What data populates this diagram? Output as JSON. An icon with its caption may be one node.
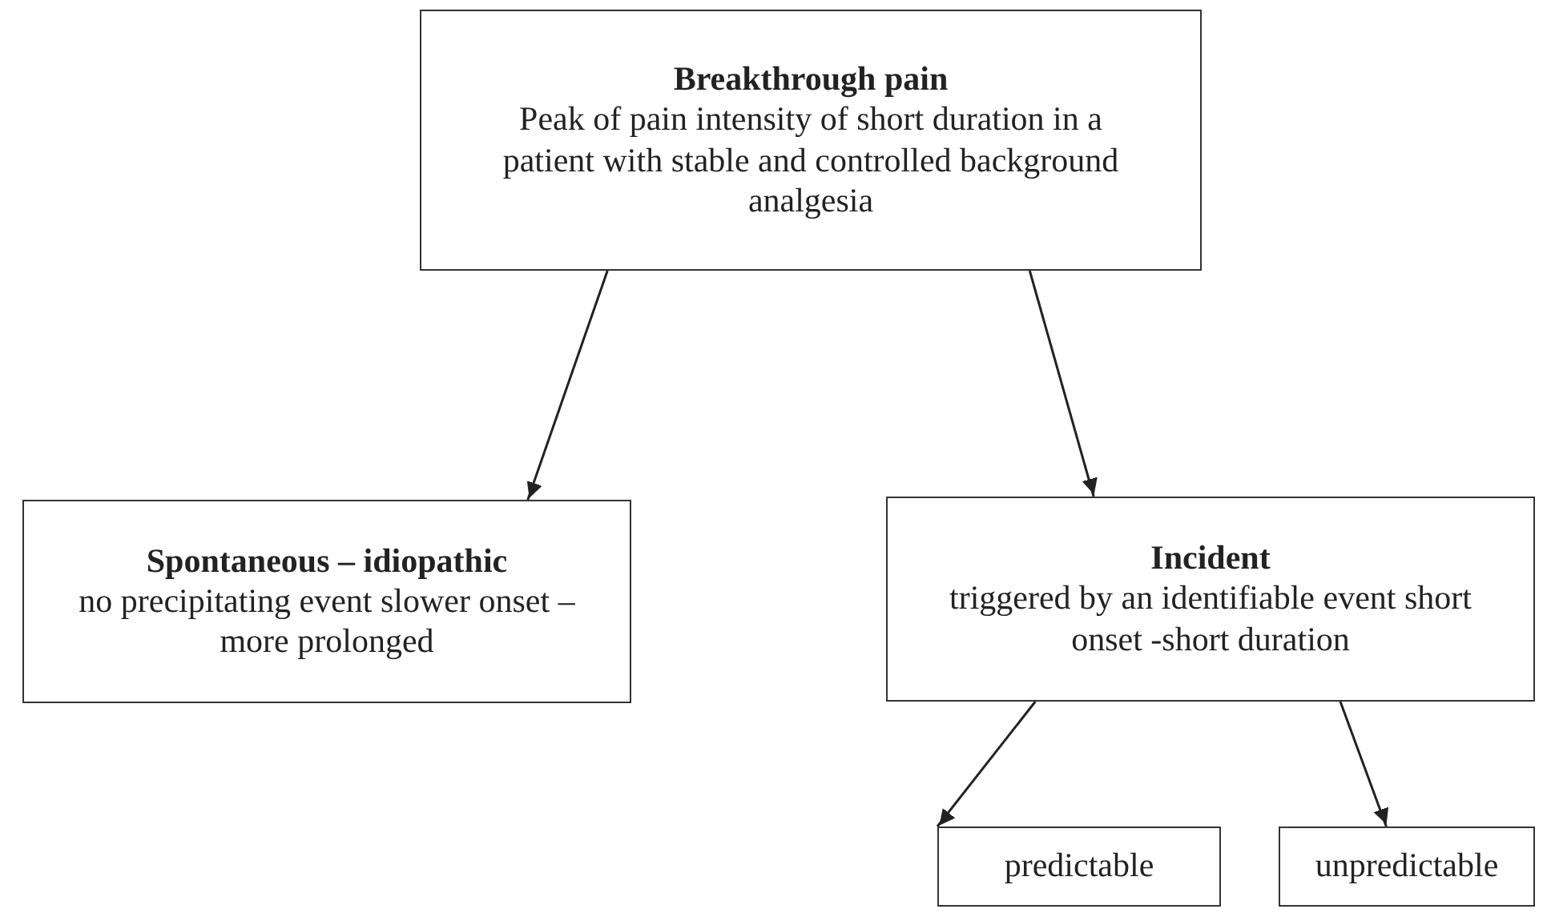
{
  "diagram": {
    "nodes": [
      {
        "text": [
          "Breakthrough pain",
          "Peak of pain intensity of short duration in a patient with stable and controlled background analgesia"
        ]
      },
      {
        "text": [
          "Spontaneous – idiopathic",
          "no precipitating event slower onset – more prolonged"
        ]
      },
      {
        "text": [
          "Incident",
          "triggered by an identifiable event short onset -short duration"
        ]
      },
      {
        "text": [
          "predictable"
        ]
      },
      {
        "text": [
          "unpredictable"
        ]
      }
    ],
    "edges": [
      {
        "from": 0,
        "to": 1,
        "arrow": "to"
      },
      {
        "from": 0,
        "to": 2,
        "arrow": "to"
      },
      {
        "from": 2,
        "to": 3,
        "arrow": "to"
      },
      {
        "from": 2,
        "to": 4,
        "arrow": "to"
      }
    ]
  }
}
